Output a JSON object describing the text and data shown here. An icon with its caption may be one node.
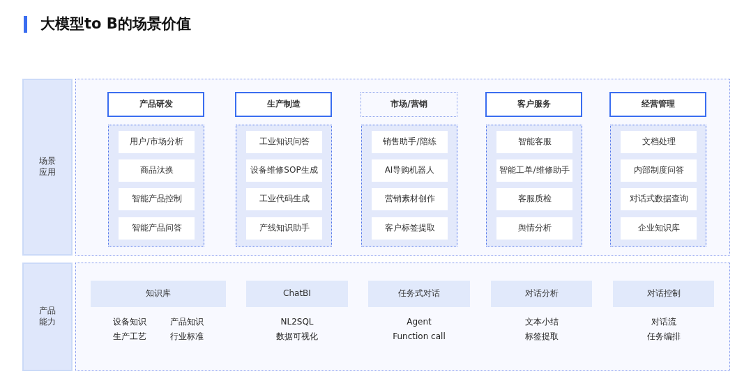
{
  "diagram": {
    "title": "大模型to B的场景价值",
    "nodes": [
      {
        "text": [
          "场景应用"
        ]
      },
      {
        "text": [],
        "shape": "box"
      },
      {
        "text": [
          "产品研发"
        ],
        "in": 1
      },
      {
        "text": [],
        "shape": "box",
        "in": 1
      },
      {
        "text": [
          "用户/市场分析"
        ],
        "in": 3
      },
      {
        "text": [
          "商品汰换"
        ],
        "in": 3
      },
      {
        "text": [
          "智能产品控制"
        ],
        "in": 3
      },
      {
        "text": [
          "智能产品问答"
        ],
        "in": 3
      },
      {
        "text": [
          "生产制造"
        ],
        "in": 1
      },
      {
        "text": [],
        "shape": "box",
        "in": 1
      },
      {
        "text": [
          "工业知识问答"
        ],
        "in": 9
      },
      {
        "text": [
          "设备维修SOP生成"
        ],
        "in": 9
      },
      {
        "text": [
          "工业代码生成"
        ],
        "in": 9
      },
      {
        "text": [
          "产线知识助手"
        ],
        "in": 9
      },
      {
        "text": [
          "市场/营销"
        ],
        "in": 1
      },
      {
        "text": [],
        "shape": "box",
        "in": 1
      },
      {
        "text": [
          "销售助手/陪练"
        ],
        "in": 15
      },
      {
        "text": [
          "AI导购机器人"
        ],
        "in": 15
      },
      {
        "text": [
          "营销素材创作"
        ],
        "in": 15
      },
      {
        "text": [
          "客户标签提取"
        ],
        "in": 15
      },
      {
        "text": [
          "客户服务"
        ],
        "in": 1
      },
      {
        "text": [],
        "shape": "box",
        "in": 1
      },
      {
        "text": [
          "智能客服"
        ],
        "in": 21
      },
      {
        "text": [
          "智能工单/维修助手"
        ],
        "in": 21
      },
      {
        "text": [
          "客服质检"
        ],
        "in": 21
      },
      {
        "text": [
          "舆情分析"
        ],
        "in": 21
      },
      {
        "text": [
          "经营管理"
        ],
        "in": 1
      },
      {
        "text": [],
        "shape": "box",
        "in": 1
      },
      {
        "text": [
          "文档处理"
        ],
        "in": 27
      },
      {
        "text": [
          "内部制度问答"
        ],
        "in": 27
      },
      {
        "text": [
          "对话式数据查询"
        ],
        "in": 27
      },
      {
        "text": [
          "企业知识库"
        ],
        "in": 27
      },
      {
        "text": [
          "产品能力"
        ]
      },
      {
        "text": [],
        "shape": "box"
      },
      {
        "text": [
          "知识库"
        ],
        "in": 33,
        "beside": [
          "设备知识",
          "产品知识",
          "生产工艺",
          "行业标准"
        ]
      },
      {
        "text": [
          "ChatBI"
        ],
        "in": 33,
        "beside": [
          "NL2SQL",
          "数据可视化"
        ]
      },
      {
        "text": [
          "任务式对话"
        ],
        "in": 33,
        "beside": [
          "Agent",
          "Function call"
        ]
      },
      {
        "text": [
          "对话分析"
        ],
        "in": 33,
        "beside": [
          "文本小结",
          "标签提取"
        ]
      },
      {
        "text": [
          "对话控制"
        ],
        "in": 33,
        "beside": [
          "对话流",
          "任务编排"
        ]
      }
    ]
  }
}
